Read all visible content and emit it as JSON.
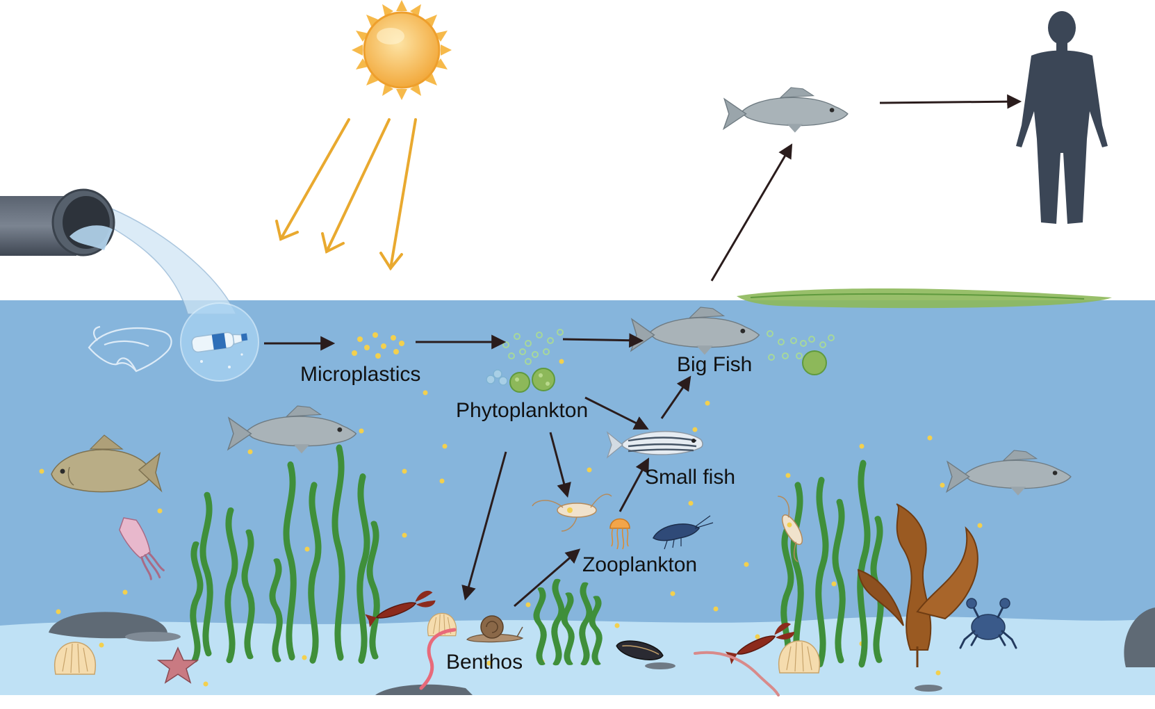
{
  "labels": {
    "microplastics": "Microplastics",
    "phytoplankton": "Phytoplankton",
    "big_fish": "Big Fish",
    "small_fish": "Small fish",
    "zooplankton": "Zooplankton",
    "benthos": "Benthos"
  },
  "icons": [
    "sun-icon",
    "drain-pipe-icon",
    "plastic-bag-icon",
    "plastic-bottle-icon",
    "microplastic-particles-icon",
    "phytoplankton-cells-icon",
    "fish-icon",
    "human-silhouette-icon",
    "zooplankton-icon",
    "shrimp-icon",
    "jellyfish-icon",
    "squid-icon",
    "lobster-icon",
    "crab-icon",
    "shell-icon",
    "snail-icon",
    "mussel-icon",
    "worm-icon",
    "starfish-icon",
    "seagrass-icon",
    "kelp-icon",
    "rock-icon"
  ],
  "colors": {
    "water": "#86b5dc",
    "seabed": "#bfe1f5",
    "sunlight": "#e9a92f",
    "sun": "#f6b94a",
    "arrow": "#2a1c1c",
    "microplastic": "#f3d04e",
    "algae": "#8db85a",
    "seagrass": "#3f8f3a",
    "kelp": "#9a5a22",
    "human": "#3b4656",
    "fish": "#a9b3b8"
  }
}
